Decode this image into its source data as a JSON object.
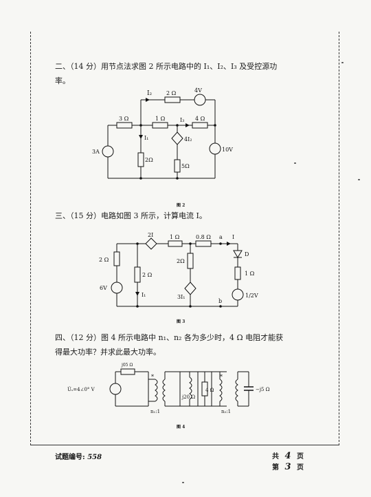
{
  "q2": {
    "line1": "二、（14 分）用节点法求图 2 所示电路中的 I₁、I₂、I₃ 及受控源功",
    "line2": "率。",
    "caption": "图   2",
    "labels": {
      "i2": "I₂",
      "r_top": "2 Ω",
      "v_top": "4V",
      "r_left": "3 Ω",
      "r_mid": "1 Ω",
      "i3": "I₃",
      "r_right": "4 Ω",
      "i1": "I₁",
      "dep": "4I₂",
      "src_a": "3A",
      "r_2": "2Ω",
      "r_5": "5Ω",
      "v_right": "10V"
    }
  },
  "q3": {
    "line1": "三、（15 分）电路如图 3 所示，计算电流 I。",
    "caption": "图   3",
    "labels": {
      "dep_v": "2I",
      "r_1": "1 Ω",
      "r_08": "0.8 Ω",
      "a": "a",
      "I": "I",
      "D": "D",
      "r_2_left": "2 Ω",
      "r_2_mid": "2 Ω",
      "r_2_right": "2Ω",
      "r_1_right": "1 Ω",
      "v6": "6V",
      "i1": "I₁",
      "dep_i": "3I₁",
      "b": "b",
      "v12": "1/2V"
    }
  },
  "q4": {
    "line1": "四、（12 分）图 4 所示电路中 n₁、n₂ 各为多少时，4 Ω 电阻才能获",
    "line2": "得最大功率？并求此最大功率。",
    "caption": "图   4",
    "labels": {
      "r_top": "j05 Ω",
      "us": "U̇ₛ=4∠0° V",
      "n1": "n₁:1",
      "j20": "j20 Ω",
      "r4": "4 Ω",
      "n2": "n₂:1",
      "mj5": "−j5 Ω",
      "dot": "*"
    }
  },
  "footer": {
    "code_label": "试题编号:",
    "code": "558",
    "total_label": "共",
    "total": "4",
    "page_unit": "页",
    "current_label": "第",
    "current": "3",
    "current_unit": "页"
  }
}
